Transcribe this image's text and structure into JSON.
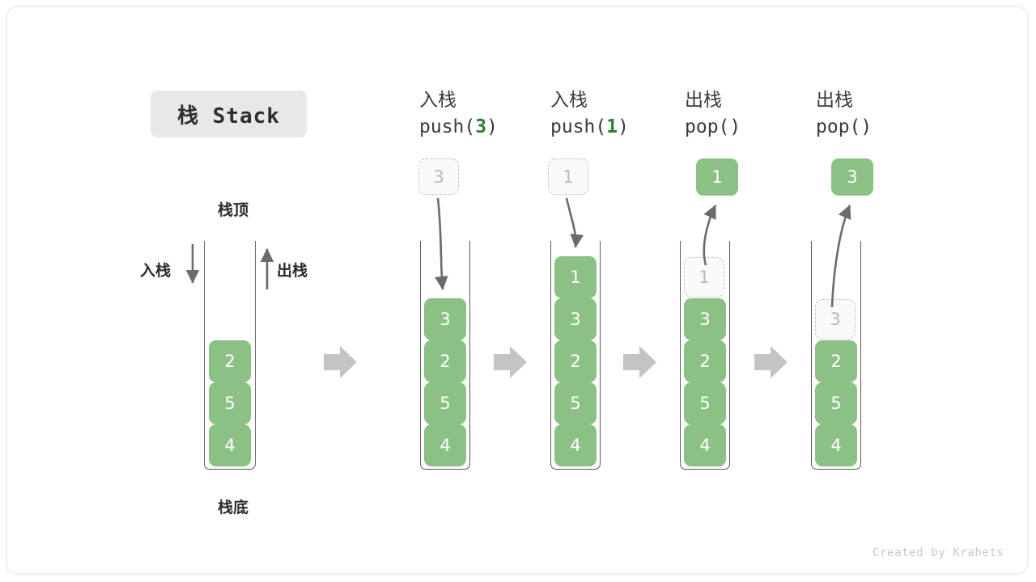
{
  "title": {
    "text": "栈 Stack"
  },
  "labels": {
    "top": "栈顶",
    "bottom": "栈底",
    "push_side": "入栈",
    "pop_side": "出栈"
  },
  "colors": {
    "cell_fill": "#8cc185",
    "cell_text": "#ffffff",
    "ghost_border": "#c4c4c4",
    "ghost_text": "#b9b9b9",
    "arrow_gray": "#6b6b6b",
    "step_arrow": "#c4c4c4",
    "accent_green": "#2e7d32",
    "container_stroke": "#5a5a5a",
    "title_chip_bg": "#e8e8e8"
  },
  "columns": [
    {
      "id": "initial",
      "header_cn": "",
      "header_code": "",
      "header_arg": "",
      "header_code_tail": "",
      "incoming": null,
      "outgoing": null,
      "cells": [
        {
          "value": "2",
          "state": "solid"
        },
        {
          "value": "5",
          "state": "solid"
        },
        {
          "value": "4",
          "state": "solid"
        }
      ]
    },
    {
      "id": "push-3",
      "header_cn": "入栈",
      "header_code": "push(",
      "header_arg": "3",
      "header_code_tail": ")",
      "incoming": {
        "value": "3",
        "state": "ghost"
      },
      "outgoing": null,
      "cells": [
        {
          "value": "3",
          "state": "solid"
        },
        {
          "value": "2",
          "state": "solid"
        },
        {
          "value": "5",
          "state": "solid"
        },
        {
          "value": "4",
          "state": "solid"
        }
      ]
    },
    {
      "id": "push-1",
      "header_cn": "入栈",
      "header_code": "push(",
      "header_arg": "1",
      "header_code_tail": ")",
      "incoming": {
        "value": "1",
        "state": "ghost"
      },
      "outgoing": null,
      "cells": [
        {
          "value": "1",
          "state": "solid"
        },
        {
          "value": "3",
          "state": "solid"
        },
        {
          "value": "2",
          "state": "solid"
        },
        {
          "value": "5",
          "state": "solid"
        },
        {
          "value": "4",
          "state": "solid"
        }
      ]
    },
    {
      "id": "pop-1",
      "header_cn": "出栈",
      "header_code": "pop(",
      "header_arg": "",
      "header_code_tail": ")",
      "incoming": null,
      "outgoing": {
        "value": "1",
        "state": "solid"
      },
      "cells": [
        {
          "value": "1",
          "state": "ghost"
        },
        {
          "value": "3",
          "state": "solid"
        },
        {
          "value": "2",
          "state": "solid"
        },
        {
          "value": "5",
          "state": "solid"
        },
        {
          "value": "4",
          "state": "solid"
        }
      ]
    },
    {
      "id": "pop-2",
      "header_cn": "出栈",
      "header_code": "pop(",
      "header_arg": "",
      "header_code_tail": ")",
      "incoming": null,
      "outgoing": {
        "value": "3",
        "state": "solid"
      },
      "cells": [
        {
          "value": "3",
          "state": "ghost"
        },
        {
          "value": "2",
          "state": "solid"
        },
        {
          "value": "5",
          "state": "solid"
        },
        {
          "value": "4",
          "state": "solid"
        }
      ]
    }
  ],
  "step_arrow_count": 4,
  "watermark": {
    "text": "Created by Krahets"
  }
}
